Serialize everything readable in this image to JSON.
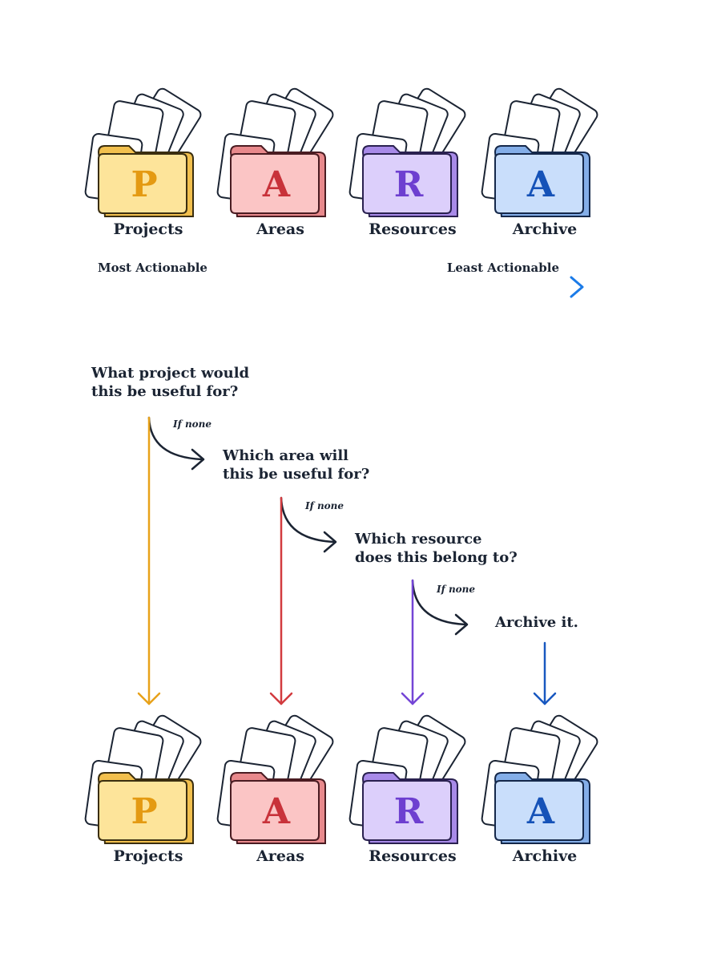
{
  "folders": [
    {
      "letter": "P",
      "label": "Projects",
      "fill": "#fde49a",
      "tab": "#f2c04e",
      "stroke": "#3a2e10",
      "letter_color": "#e49a12",
      "accent": "#e8a21a"
    },
    {
      "letter": "A",
      "label": "Areas",
      "fill": "#fbc5c5",
      "tab": "#e8898c",
      "stroke": "#4a1c22",
      "letter_color": "#c8323a",
      "accent": "#d23b3f"
    },
    {
      "letter": "R",
      "label": "Resources",
      "fill": "#dccffb",
      "tab": "#a88ae8",
      "stroke": "#2a2150",
      "letter_color": "#6d3fd0",
      "accent": "#7445d6"
    },
    {
      "letter": "A",
      "label": "Archive",
      "fill": "#c9defb",
      "tab": "#84aee8",
      "stroke": "#15284a",
      "letter_color": "#1552b8",
      "accent": "#1858c0"
    }
  ],
  "scale": {
    "left_label": "Most Actionable",
    "right_label": "Least Actionable",
    "gradient": [
      "#f2b318",
      "#d9365a",
      "#7c4fe0",
      "#1b7be8"
    ]
  },
  "flow": {
    "q1": [
      "What project would",
      "this be useful for?"
    ],
    "q2": [
      "Which area will",
      "this be useful for?"
    ],
    "q3": [
      "Which resource",
      "does this belong to?"
    ],
    "q4": "Archive it.",
    "if_none": "If none"
  }
}
